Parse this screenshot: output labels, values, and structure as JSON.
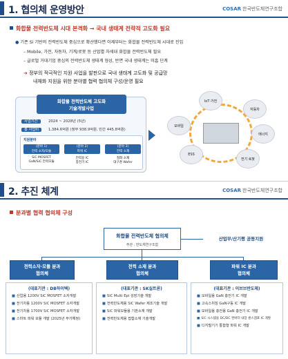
{
  "logo": {
    "mark": "COSAR",
    "name": "한국반도체연구조합"
  },
  "slide1": {
    "title": "1. 협의체 운영방안",
    "headline": "화합물 전력반도체 시대 본격화 → 국내 생태계 전략적 고도화 필요",
    "bullet1": "기존 Si 기반의 전력반도체 중심으로 확산했다면 이제부터는 화합물 전력반도체 시대로 진입",
    "sub1": "– Mobile, 가전, 자동차, 기계/로봇 등 산업별 차세대 화합물 전력반도체 필요",
    "sub2": "– 글로벌 거대기업 중심의 전력반도체 생태계 형성, 반면 국내 생태계는 미흡 단계",
    "arrow_line1": "정부의 적극적인 지원 사업을 발판으로 국내 생태계 고도화 및 공급망",
    "arrow_line2": "내재화 지원을 위한 분야별 협력 협의체 구성/운영 필요",
    "project_title1": "화합물 전력반도체 고도화",
    "project_title2": "기술개발사업",
    "period_label": "사업기간",
    "period_value": "2024 ~ 2028년 (5년)",
    "budget_label": "총 사업비",
    "budget_value": "1,384.6억원 (정부 938.9억원, 민간 445.8억원)",
    "support_label": "지원분야",
    "areas": [
      {
        "head": "(분야 1)",
        "sub": "전력 소자/모듈",
        "l1": "SiC MOSFET",
        "l2": "GaN/SiC 전력모듈"
      },
      {
        "head": "(분야 2)",
        "sub": "파워 IC",
        "l1": "전력용 IC",
        "l2": "충전기 IC"
      },
      {
        "head": "(분야 3)",
        "sub": "전력 소재",
        "l1": "질화 소재",
        "l2": "대구경 Wafer"
      }
    ],
    "ring": [
      "IoT·가전",
      "자동차",
      "에너지",
      "전기 로봇",
      "ESS",
      "모바일"
    ]
  },
  "slide2": {
    "title": "2. 추진 체계",
    "section": "분과별 협력 협의체 구성",
    "top_title": "화합물 전력반도체 협의체",
    "top_sub": "주관 : 반도체연구조합",
    "gov": "산업부/산기평 공동지원",
    "columns": [
      {
        "head1": "전력소자·모듈 분과",
        "head2": "협의체",
        "lead": "(대표기관 : DB하이텍)",
        "items": [
          "산업용 1200V SiC MOSFET 소자개발",
          "전기차용 1200V SiC MOSFET 소자개발",
          "전기차용 1700V SiC MOSFET 소자개발",
          "스마트 파워 모듈 개발 (2025년 부가예정)"
        ]
      },
      {
        "head1": "전력 소재 분과",
        "head2": "협의체",
        "lead": "(대표기관 : SK실트론)",
        "items": [
          "SiC Multi Epi 성장기술 개발",
          "전력반도체용 SiC Wafer 제조기술 개발",
          "SiC 파워모듈용 기판소재 개발",
          "전력반도체용 접합소재 기술개발"
        ]
      },
      {
        "head1": "파워 IC 분과",
        "head2": "협의체",
        "lead": "(대표기관 : 이브브반도체)",
        "items": [
          "모바일용 GaN 충전기 IC 개발",
          "고속스위칭 GaN구동 IC 개발",
          "모바일용 충전용 GaN 충전기 IC 개발",
          "SiC 시스템용 DC/DC 컨버터 내장 센스앰프 IC 개발",
          "디지털기기 통합형 파워 IC 개발"
        ]
      }
    ]
  }
}
